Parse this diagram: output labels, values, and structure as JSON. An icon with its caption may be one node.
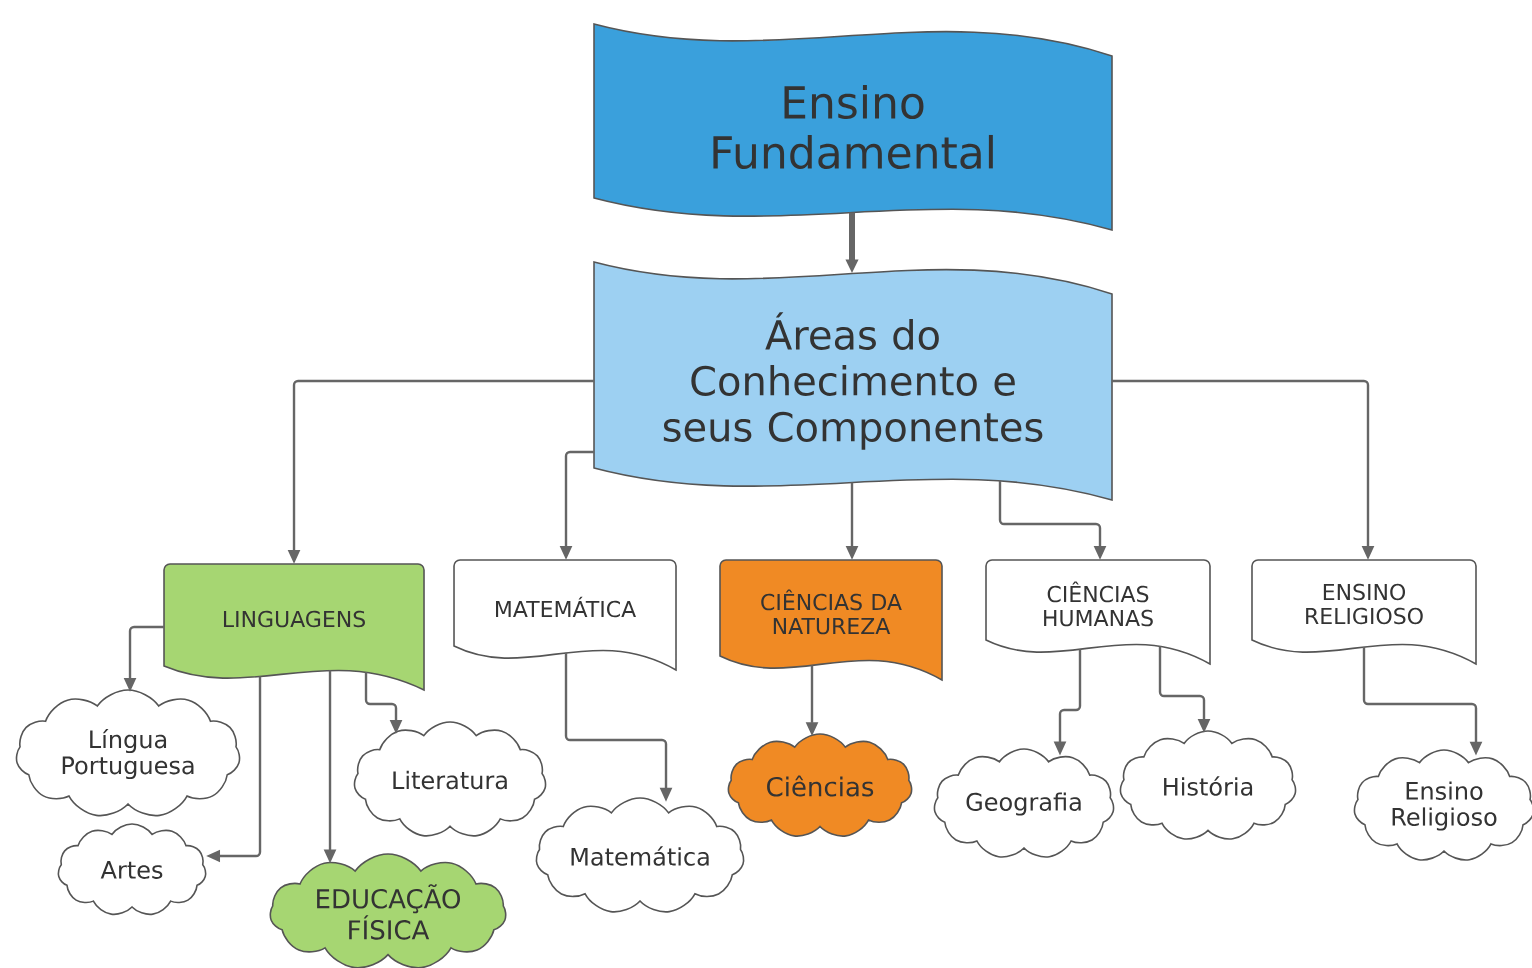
{
  "diagram": {
    "nodes": [
      {
        "text": [
          "Ensino Fundamental"
        ]
      },
      {
        "text": [
          "Áreas do Conhecimento e seus Componentes"
        ]
      },
      {
        "text": [
          "LINGUAGENS"
        ]
      },
      {
        "text": [
          "MATEMÁTICA"
        ]
      },
      {
        "text": [
          "CIÊNCIAS DA NATUREZA"
        ]
      },
      {
        "text": [
          "CIÊNCIAS HUMANAS"
        ]
      },
      {
        "text": [
          "ENSINO RELIGIOSO"
        ]
      },
      {
        "text": [
          "Língua Portuguesa"
        ]
      },
      {
        "text": [
          "Literatura"
        ]
      },
      {
        "text": [
          "Artes"
        ]
      },
      {
        "text": [
          "EDUCAÇÃO FÍSICA"
        ]
      },
      {
        "text": [
          "Matemática"
        ]
      },
      {
        "text": [
          "Ciências"
        ]
      },
      {
        "text": [
          "Geografia"
        ]
      },
      {
        "text": [
          "História"
        ]
      },
      {
        "text": [
          "Ensino Religioso"
        ]
      }
    ],
    "edges": [
      {
        "from": 0,
        "to": 1,
        "arrow": "to",
        "style": "thick"
      },
      {
        "from": 1,
        "to": 2,
        "arrow": "to"
      },
      {
        "from": 1,
        "to": 3,
        "arrow": "to"
      },
      {
        "from": 1,
        "to": 4,
        "arrow": "to"
      },
      {
        "from": 1,
        "to": 5,
        "arrow": "to"
      },
      {
        "from": 1,
        "to": 6,
        "arrow": "to"
      },
      {
        "from": 2,
        "to": 7,
        "arrow": "to"
      },
      {
        "from": 2,
        "to": 8,
        "arrow": "to"
      },
      {
        "from": 2,
        "to": 9,
        "arrow": "to"
      },
      {
        "from": 2,
        "to": 10,
        "arrow": "to"
      },
      {
        "from": 3,
        "to": 11,
        "arrow": "to"
      },
      {
        "from": 4,
        "to": 12,
        "arrow": "to"
      },
      {
        "from": 5,
        "to": 13,
        "arrow": "to"
      },
      {
        "from": 5,
        "to": 14,
        "arrow": "to"
      },
      {
        "from": 6,
        "to": 15,
        "arrow": "to"
      }
    ]
  }
}
